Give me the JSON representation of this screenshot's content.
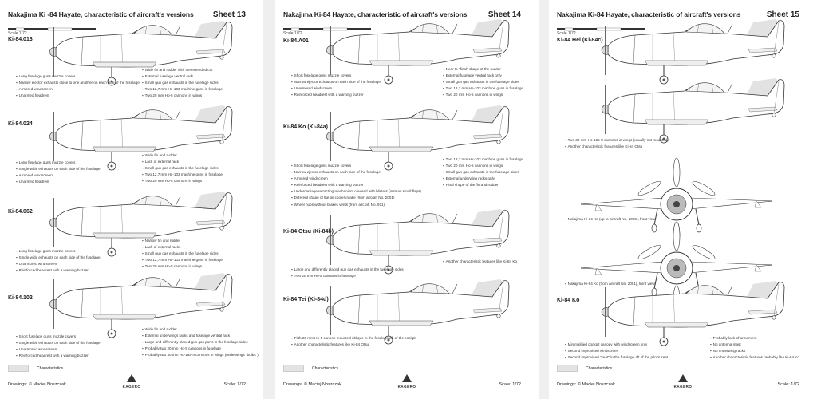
{
  "sheets": [
    {
      "title": "Nakajima Ki -84 Hayate, characteristic of aircraft's versions",
      "number": "Sheet 13",
      "scale_label": "Scale 1/72",
      "versions": [
        {
          "label": "Ki-84.013",
          "notes_left": [
            "Long fuselage guns muzzle covers",
            "Narrow ejector exhausts close to one another on each side of the fuselage",
            "Armored windscreen",
            "Unarmed headrest"
          ],
          "notes_right": [
            "Wide fin and rudder with the extended cut",
            "External fuselage ventral rack",
            "Small gun gas exhausts in the fuselage sides",
            "Two 12,7 mm Ho-103 machine guns in fuselage",
            "Two 20 mm Ho-5 cannons in wings"
          ]
        },
        {
          "label": "Ki-84.024",
          "notes_left": [
            "Long fuselage guns muzzle covers",
            "Single wide exhausts on each side of the fuselage",
            "Armored windscreen",
            "Unarmed headrest"
          ],
          "notes_right": [
            "Wide fin and rudder",
            "Lack of external rack",
            "Small gun gas exhausts in the fuselage sides",
            "Two 12,7 mm Ho-103 machine guns in fuselage",
            "Two 20 mm Ho-5 cannons in wings"
          ]
        },
        {
          "label": "Ki-84.062",
          "notes_left": [
            "Long fuselage guns muzzle covers",
            "Single wide exhausts on each side of the fuselage",
            "Unarmored windscreen",
            "Reinforced headrest with a warning buzzer"
          ],
          "notes_right": [
            "Narrow fin and rudder",
            "Lack of external racks",
            "Small gun gas exhausts in the fuselage sides",
            "Two 12,7 mm Ho-103 machine guns in fuselage",
            "Two 20 mm Ho-5 cannons in wings"
          ]
        },
        {
          "label": "Ki-84.102",
          "notes_left": [
            "Short fuselage guns muzzle covers",
            "Single wide exhausts on each side of the fuselage",
            "Unarmored windscreen",
            "Reinforced headrest with a warning buzzer"
          ],
          "notes_right": [
            "Wide fin and rudder",
            "External underwings racks and fuselage ventral rack",
            "Large and differently placed gun gas ports in the fuselage sides",
            "Probably two 20 mm Ho-5 cannons in fuselage",
            "Probably two 30 mm Ho-155-II cannons in wings (underwings \"bulbs\")"
          ]
        }
      ],
      "legend": "Characteristics",
      "drawings": "Drawings: © Maciej Noszczak",
      "footer_scale": "Scale: 1/72",
      "logo": "KAGERO"
    },
    {
      "title": "Nakajima Ki-84 Hayate, characteristic of aircraft's versions",
      "number": "Sheet 14",
      "scale_label": "Scale 1/72",
      "versions": [
        {
          "label": "Ki-84.A01",
          "notes_left": [
            "Short fuselage guns muzzle covers",
            "Narrow ejector exhausts on each side of the fuselage",
            "Unarmored windscreen",
            "Reinforced headrest with a warning buzzer"
          ],
          "notes_right": [
            "Near to \"final\" shape of the rudder",
            "External fuselage ventral rack only",
            "Small gun gas exhausts in the fuselage sides",
            "Two 12,7 mm Ho-103 machine guns in fuselage",
            "Two 20 mm Ho-5 cannons in wings"
          ]
        },
        {
          "label": "Ki-84 Ko (Ki-84a)",
          "notes_left": [
            "Short fuselage guns muzzle covers",
            "Narrow ejector exhausts on each side of the fuselage",
            "Armored windscreen",
            "Reinforced headrest with a warning buzzer",
            "Undercarriage retracting mechanism covered with blisters (instead small flaps)",
            "Different shape of the oil cooler intake (from aircraft No. 2001)",
            "Wheel hubs without brakes vents (from aircraft No. 911)"
          ],
          "notes_right": [
            "Two 12,7 mm Ho-103 machine guns in fuselage",
            "Two 20 mm Ho-5 cannons in wings",
            "Small gun gas exhausts in the fuselage sides",
            "External underwing racks only",
            "Final shape of the fin and rudder"
          ]
        },
        {
          "label": "Ki-84 Otsu (Ki-84b)",
          "notes_left": [
            "Large and differently placed gun gas exhausts in the fuselage sides",
            "Two 20 mm Ho-5 cannons in fuselage"
          ],
          "notes_right": [
            "Another characteristic features like Ki-84 Ko"
          ]
        },
        {
          "label": "Ki-84 Tei (Ki-84d)",
          "notes_left": [
            "Fifth 20 mm Ho-5 cannon mounted oblique in the fuselage aft of the cockpit",
            "Another characteristic features like Ki-84 Otsu"
          ],
          "notes_right": []
        }
      ],
      "legend": "Characteristics",
      "drawings": "Drawings: © Maciej Noszczak",
      "footer_scale": "Scale: 1/72",
      "logo": "KAGERO"
    },
    {
      "title": "Nakajima Ki-84 Hayate, characteristic of aircraft's versions",
      "number": "Sheet 15",
      "scale_label": "Scale 1/72",
      "versions": [
        {
          "label": "Ki-84 Hei (Ki-84c)",
          "notes_left": [
            "Two 30 mm Ho-105-II cannons in wings (usually not mounted)",
            "Another characteristic features like Ki-84 Otsu"
          ],
          "notes_right": []
        },
        {
          "label": "",
          "notes_left": [
            "Nakajima Ki-84 Ko (up to aircraft No. 2000), front view"
          ],
          "notes_right": []
        },
        {
          "label": "",
          "notes_left": [
            "Nakajima Ki-84 Ko (from aircraft No. 2001), front view"
          ],
          "notes_right": []
        },
        {
          "label": "Ki-84 Ko",
          "notes_left": [
            "Minimalified cockpit canopy with windscreen only",
            "Second improvised windscreen",
            "Second improvised \"seat\" in the fuselage aft of the pilot's seat"
          ],
          "notes_right": [
            "Probably lack of armament",
            "No antenna mast",
            "No underwing racks",
            "Another characteristic features probably like Ki-84 Ko"
          ]
        }
      ],
      "legend": "Characteristics",
      "drawings": "Drawings: © Maciej Noszczak",
      "footer_scale": "Scale: 1/72",
      "logo": "KAGERO"
    }
  ]
}
